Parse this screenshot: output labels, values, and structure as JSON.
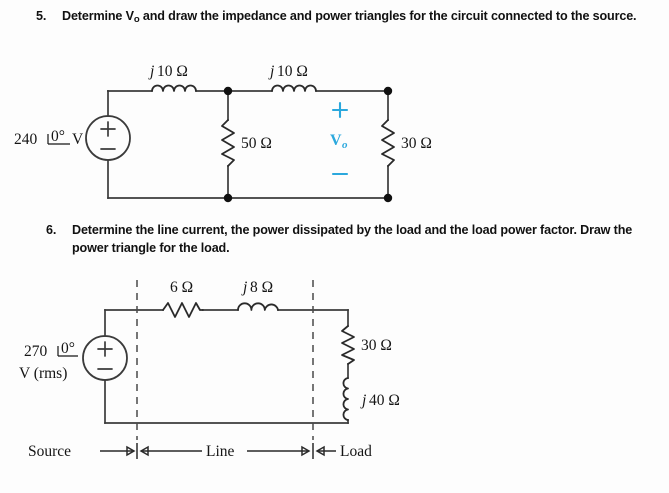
{
  "document": {
    "background_color": "#fdfdfd",
    "accent_color": "#2ba8dd",
    "line_color": "#3b3b3b"
  },
  "questions": [
    {
      "number": "5.",
      "text_before_sub": "Determine V",
      "sub": "o",
      "text_after_sub": " and draw the impedance and power triangles for the circuit connected to the source."
    },
    {
      "number": "6.",
      "text_before_sub": "Determine the line current, the power dissipated by the load and the load power factor.  Draw the power triangle for the load.",
      "sub": "",
      "text_after_sub": ""
    }
  ],
  "circuit_1": {
    "source": {
      "magnitude": "240",
      "angle": "0°",
      "unit": "V",
      "plus": "+",
      "minus": "−"
    },
    "components": [
      {
        "name": "inductor-j10-left",
        "label_italic": "j",
        "label": "10 Ω",
        "type": "inductor"
      },
      {
        "name": "inductor-j10-right",
        "label_italic": "j",
        "label": "10 Ω",
        "type": "inductor"
      },
      {
        "name": "resistor-50",
        "label_italic": "",
        "label": "50 Ω",
        "type": "resistor"
      },
      {
        "name": "resistor-30",
        "label_italic": "",
        "label": "30 Ω",
        "type": "resistor"
      }
    ],
    "output_voltage": {
      "symbol": "V",
      "subscript": "o",
      "plus": "+",
      "minus": "−",
      "color": "#2ba8dd"
    }
  },
  "circuit_2": {
    "source": {
      "magnitude": "270",
      "angle": "0°",
      "unit_line": "V (rms)",
      "plus": "+",
      "minus": "−"
    },
    "components": [
      {
        "name": "resistor-6",
        "label_italic": "",
        "label": "6 Ω",
        "type": "resistor"
      },
      {
        "name": "inductor-j8",
        "label_italic": "j",
        "label": "8 Ω",
        "type": "inductor"
      },
      {
        "name": "resistor-30",
        "label_italic": "",
        "label": "30 Ω",
        "type": "resistor"
      },
      {
        "name": "inductor-j40",
        "label_italic": "j",
        "label": "40 Ω",
        "type": "inductor"
      }
    ],
    "section_labels": {
      "source": "Source",
      "line": "Line",
      "load": "Load"
    }
  }
}
